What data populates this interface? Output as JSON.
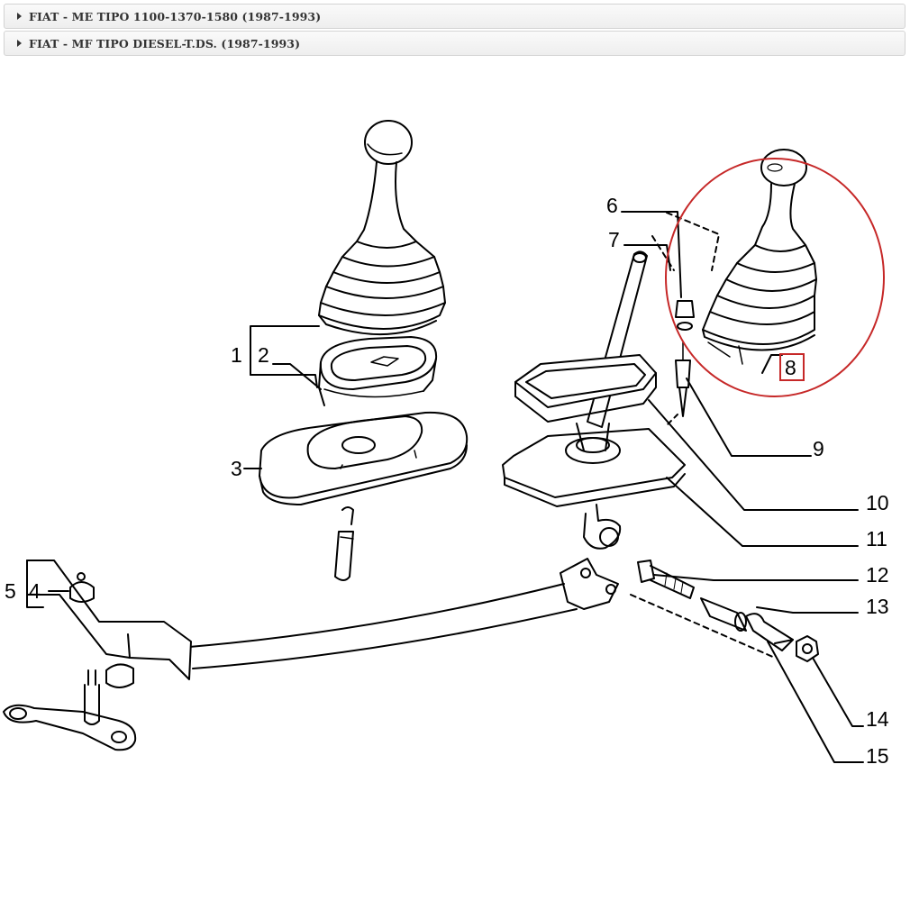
{
  "accordions": [
    {
      "label": "FIAT - ME TIPO 1100-1370-1580 (1987-1993)",
      "expanded": false
    },
    {
      "label": "FIAT - MF TIPO DIESEL-T.DS. (1987-1993)",
      "expanded": false
    }
  ],
  "callouts": [
    "1",
    "2",
    "3",
    "4",
    "5",
    "6",
    "7",
    "8",
    "9",
    "10",
    "11",
    "12",
    "13",
    "14",
    "15"
  ],
  "highlight": {
    "selected_callout": "8",
    "color": "#c62828"
  }
}
